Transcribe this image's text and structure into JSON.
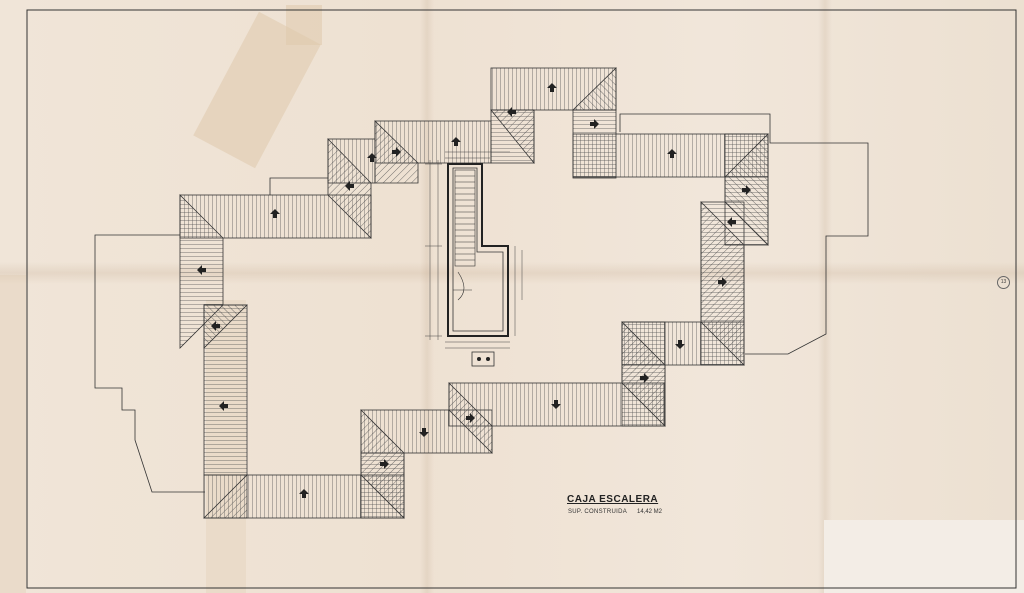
{
  "plan": {
    "title": "CAJA ESCALERA",
    "built_area_label": "SUP. CONSTRUIDA",
    "built_area_value": "14,42 M2",
    "sheet_number": "13"
  },
  "colors": {
    "paper": "#efe3d6",
    "line": "#2a2a2a",
    "hatch": "#555555",
    "arrow": "#222222"
  }
}
